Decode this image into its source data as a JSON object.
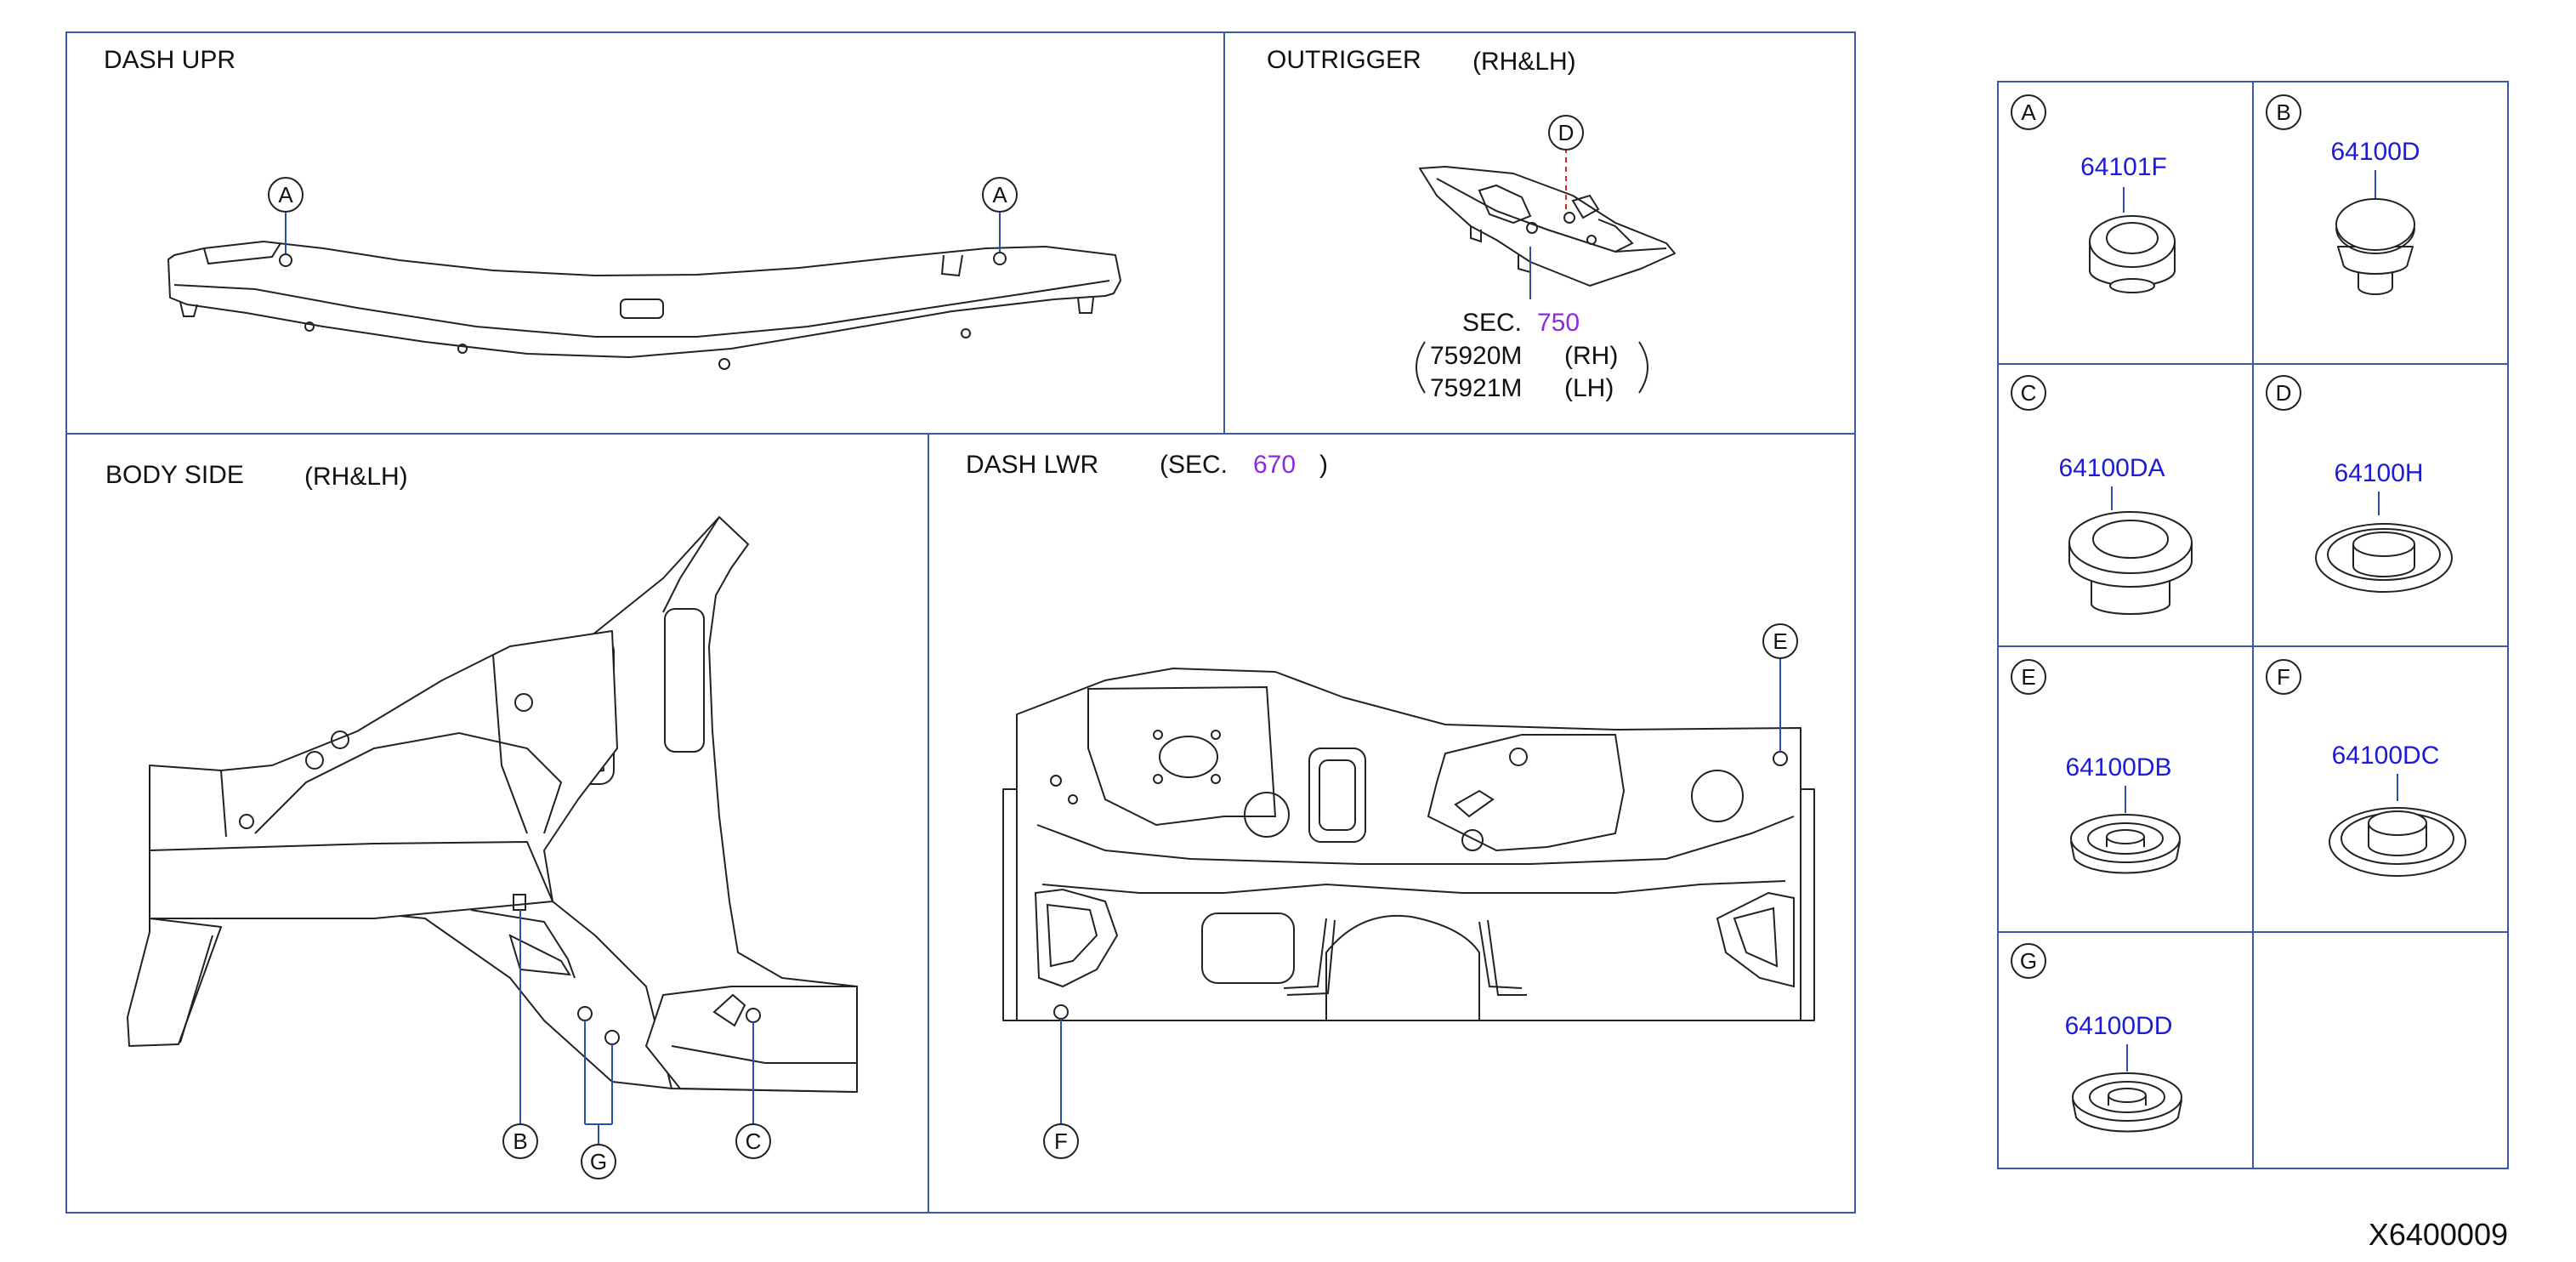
{
  "panels": {
    "dash_upr": {
      "title": "DASH   UPR"
    },
    "outrigger": {
      "title": "OUTRIGGER",
      "qualifier": "(RH&LH)",
      "sec_prefix": "SEC.",
      "sec_number": "750",
      "parts": [
        {
          "number": "75920M",
          "side": "(RH)"
        },
        {
          "number": "75921M",
          "side": "(LH)"
        }
      ]
    },
    "body_side": {
      "title": "BODY   SIDE",
      "qualifier": "(RH&LH)"
    },
    "dash_lwr": {
      "title": "DASH   LWR",
      "sec_open": "(SEC.",
      "sec_number": "670",
      "sec_close": ")"
    }
  },
  "callouts": {
    "a": "A",
    "b": "B",
    "c": "C",
    "d": "D",
    "e": "E",
    "f": "F",
    "g": "G"
  },
  "grommet_table": [
    {
      "letter": "A",
      "part": "64101F"
    },
    {
      "letter": "B",
      "part": "64100D"
    },
    {
      "letter": "C",
      "part": "64100DA"
    },
    {
      "letter": "D",
      "part": "64100H"
    },
    {
      "letter": "E",
      "part": "64100DB"
    },
    {
      "letter": "F",
      "part": "64100DC"
    },
    {
      "letter": "G",
      "part": "64100DD"
    }
  ],
  "drawing_code": "X6400009",
  "colors": {
    "frame": "#3a5aa8",
    "part_number": "#1b1bd8",
    "section_ref": "#8a2be2",
    "leader_red": "#dd2222"
  }
}
